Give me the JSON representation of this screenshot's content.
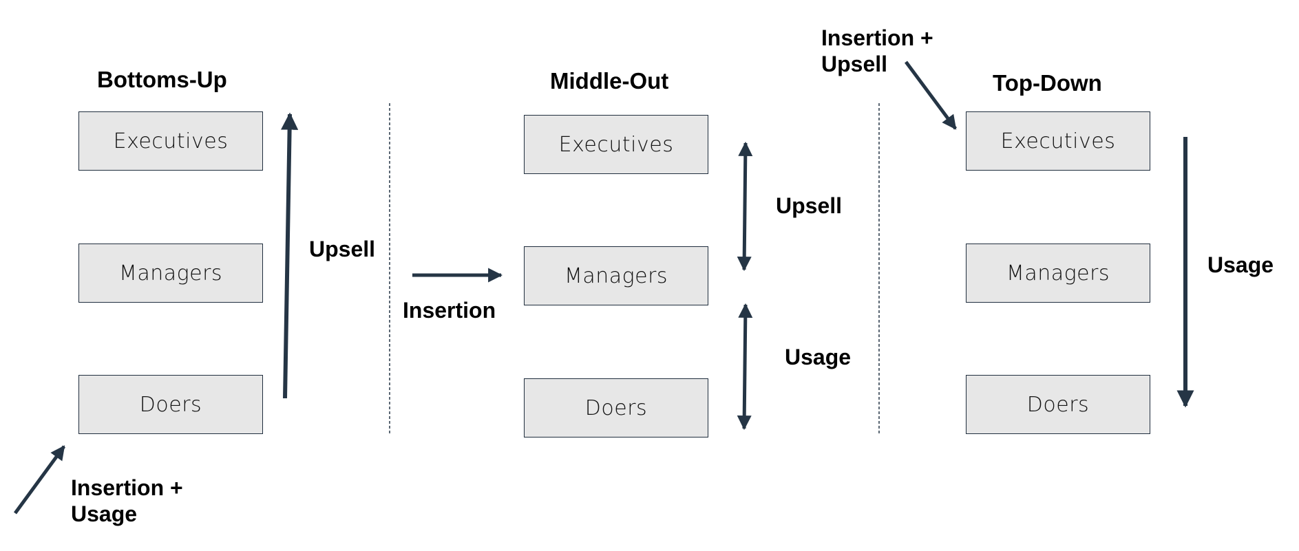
{
  "colors": {
    "arrow": "#253545",
    "box_fill": "#e7e7e7",
    "box_border": "#1f2d3d",
    "divider": "#253545",
    "text": "#000000"
  },
  "columns": {
    "bottoms_up": {
      "title": "Bottoms-Up",
      "boxes": [
        "Executives",
        "Managers",
        "Doers"
      ],
      "arrow_label": "Upsell",
      "entry_label": [
        "Insertion +",
        "Usage"
      ]
    },
    "middle_out": {
      "title": "Middle-Out",
      "boxes": [
        "Executives",
        "Managers",
        "Doers"
      ],
      "entry_label": "Insertion",
      "upper_arrow_label": "Upsell",
      "lower_arrow_label": "Usage"
    },
    "top_down": {
      "title": "Top-Down",
      "boxes": [
        "Executives",
        "Managers",
        "Doers"
      ],
      "arrow_label": "Usage",
      "entry_label": [
        "Insertion +",
        "Upsell"
      ]
    }
  }
}
